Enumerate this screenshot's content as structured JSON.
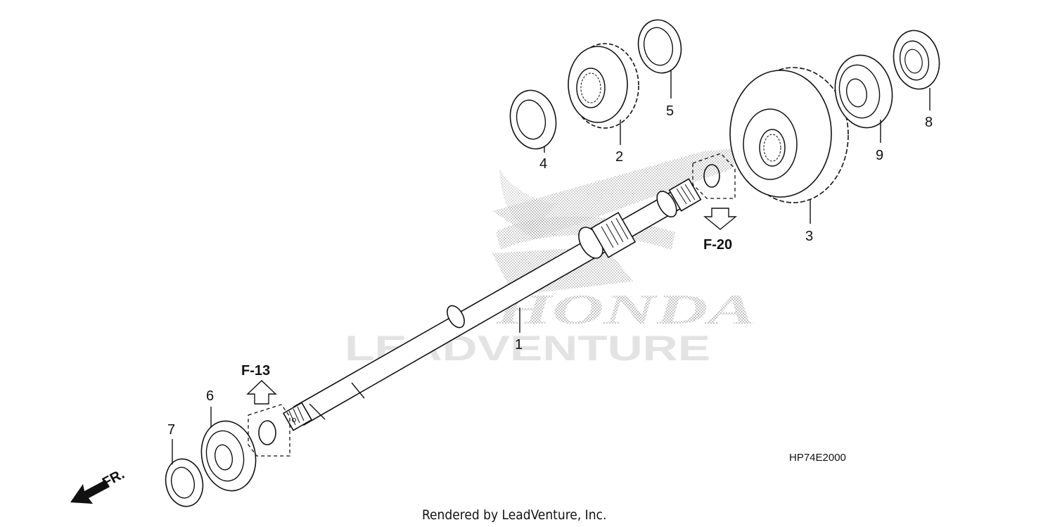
{
  "diagram": {
    "callouts": [
      {
        "id": "c1",
        "label": "1"
      },
      {
        "id": "c2",
        "label": "2"
      },
      {
        "id": "c3",
        "label": "3"
      },
      {
        "id": "c4",
        "label": "4"
      },
      {
        "id": "c5",
        "label": "5"
      },
      {
        "id": "c6",
        "label": "6"
      },
      {
        "id": "c7",
        "label": "7"
      },
      {
        "id": "c8",
        "label": "8"
      },
      {
        "id": "c9",
        "label": "9"
      }
    ],
    "references": {
      "f13": "F-13",
      "f20": "F-20"
    },
    "front_indicator": "FR.",
    "part_code": "HP74E2000",
    "watermark": {
      "brand": "HONDA",
      "provider": "LEADVENTURE"
    },
    "credit": "Rendered by LeadVenture, Inc."
  }
}
